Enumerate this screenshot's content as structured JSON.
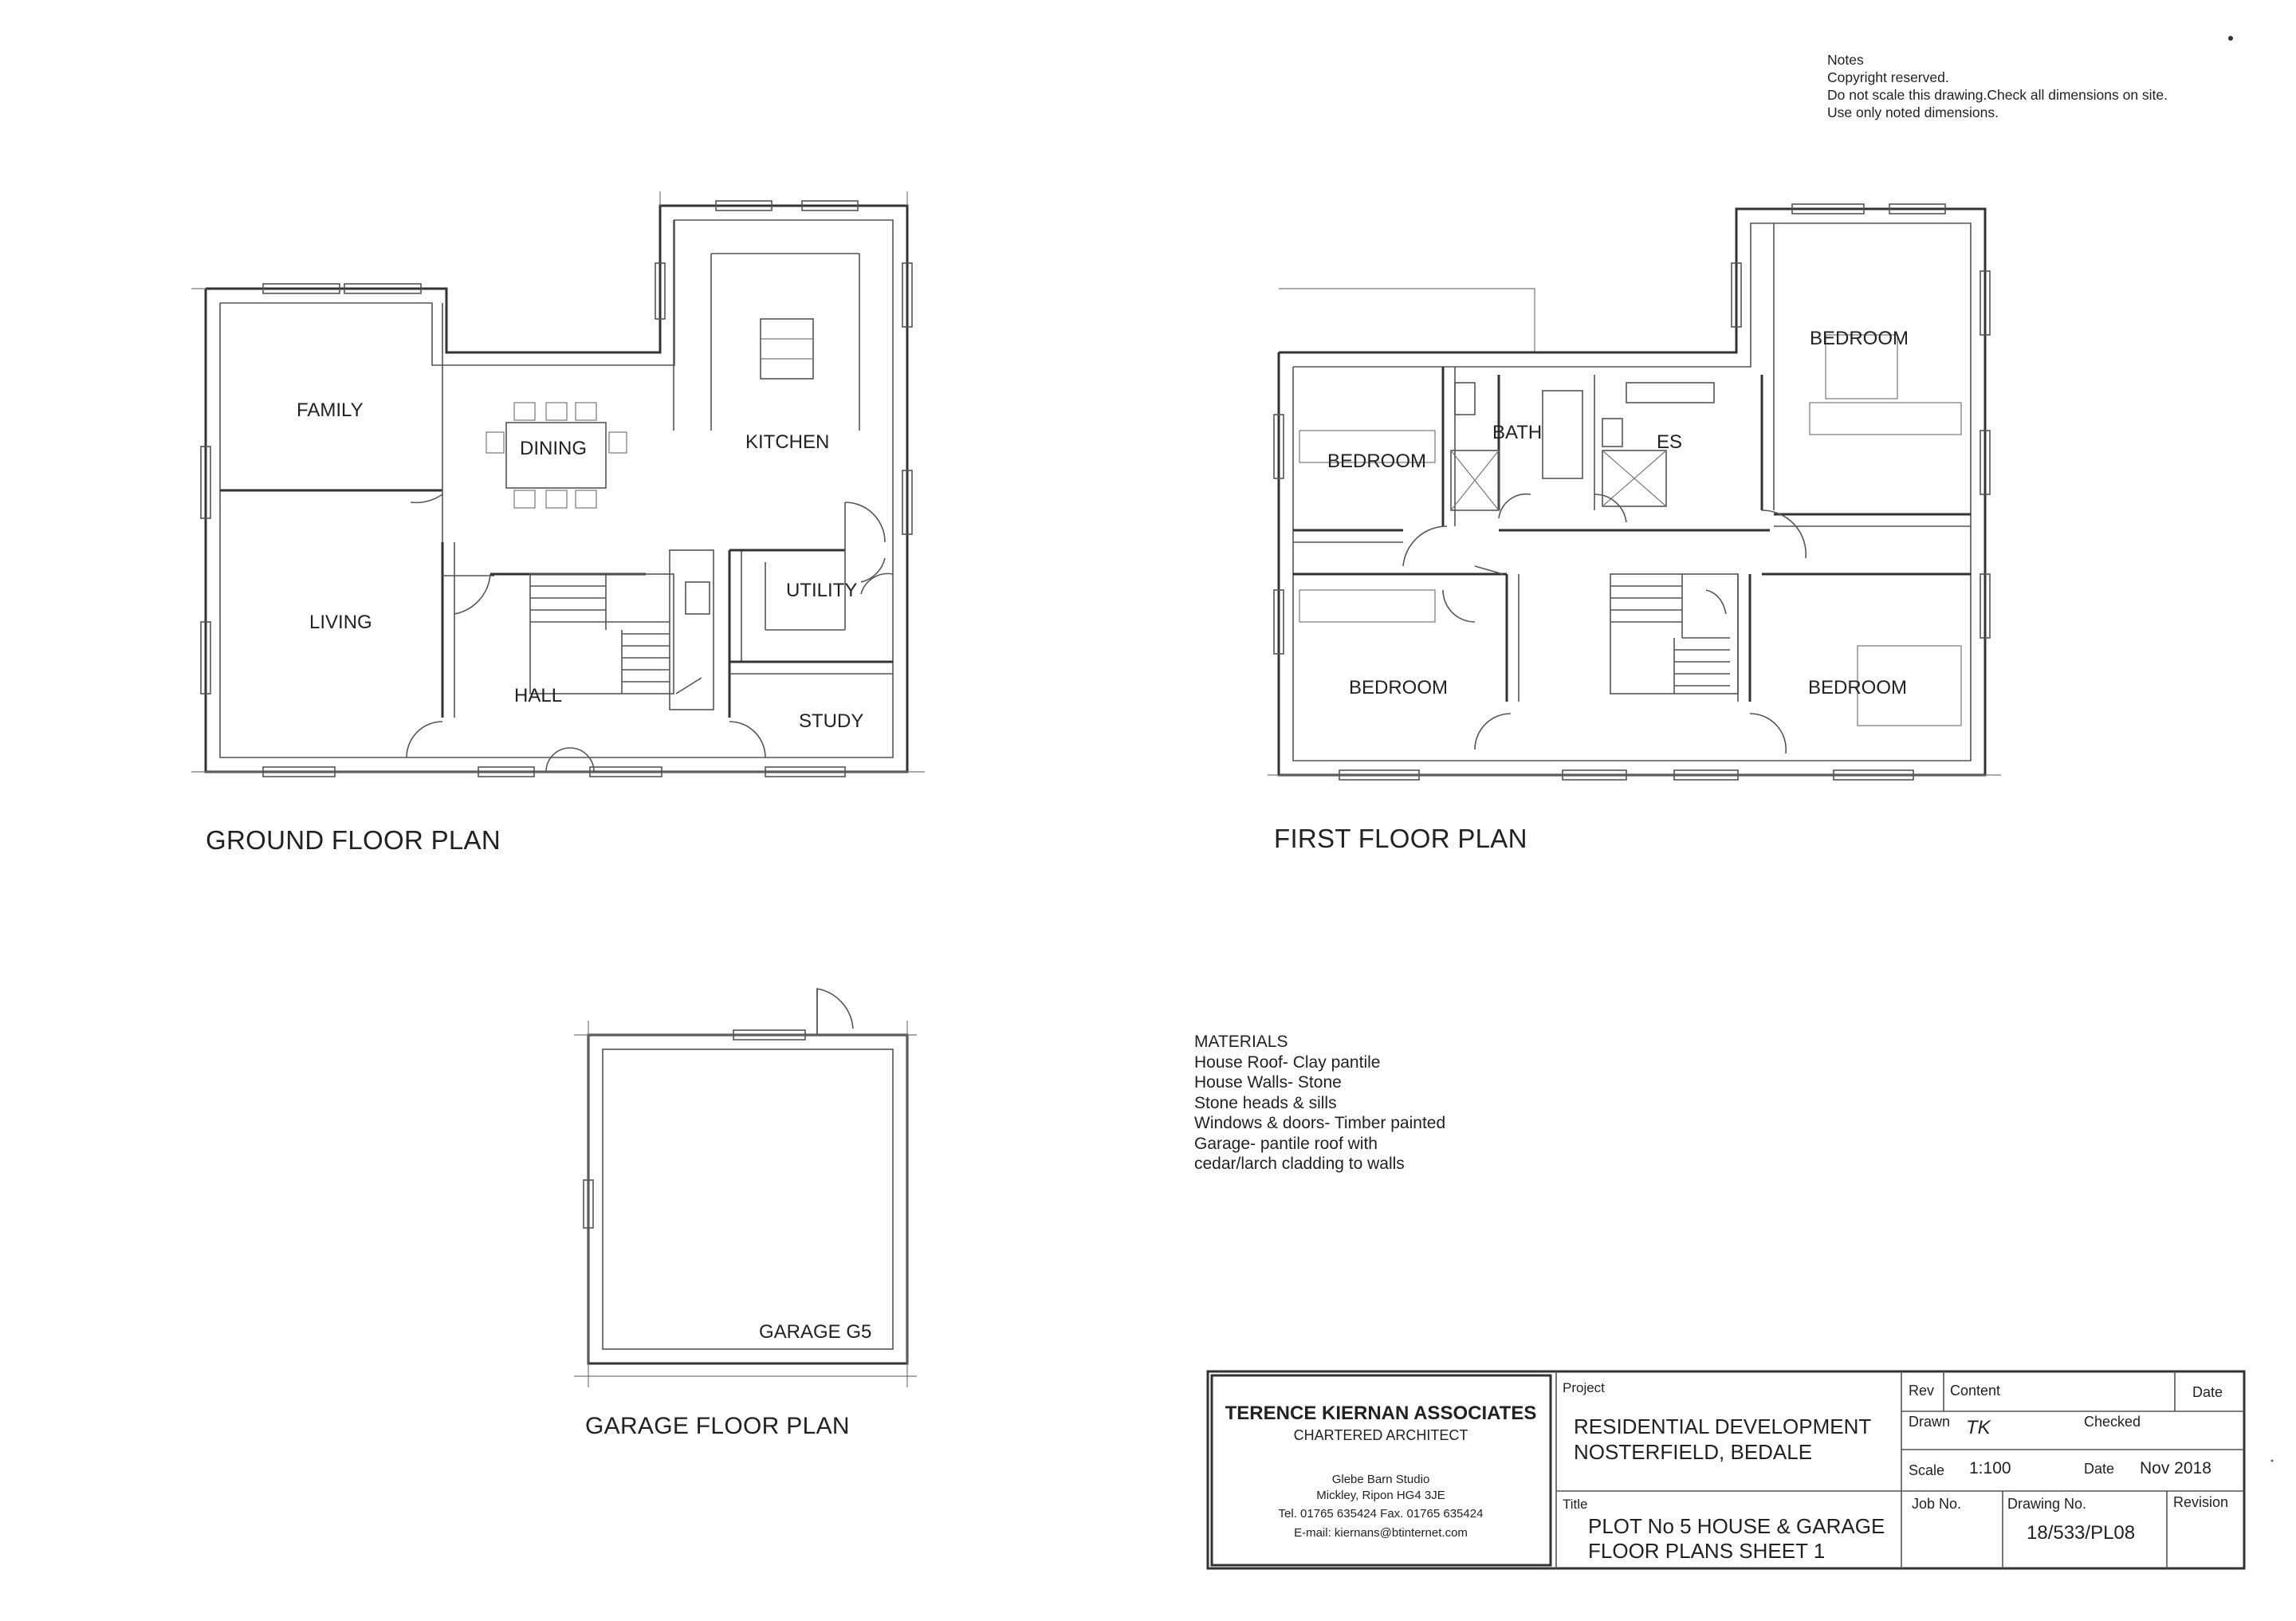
{
  "notes": {
    "heading": "Notes",
    "lines": [
      "Copyright reserved.",
      "Do not scale this drawing.Check all dimensions on site.",
      "Use only noted dimensions."
    ]
  },
  "plans": {
    "ground": {
      "title": "GROUND FLOOR PLAN",
      "rooms": {
        "family": "FAMILY",
        "dining": "DINING",
        "kitchen": "KITCHEN",
        "living": "LIVING",
        "utility": "UTILITY",
        "hall": "HALL",
        "study": "STUDY"
      }
    },
    "first": {
      "title": "FIRST FLOOR PLAN",
      "rooms": {
        "bedroom_ne": "BEDROOM",
        "bath": "BATH",
        "es": "ES",
        "bedroom_nw": "BEDROOM",
        "bedroom_sw": "BEDROOM",
        "bedroom_se": "BEDROOM"
      }
    },
    "garage": {
      "title": "GARAGE FLOOR PLAN",
      "rooms": {
        "garage": "GARAGE G5"
      }
    }
  },
  "materials": {
    "heading": "MATERIALS",
    "lines": [
      "House Roof- Clay pantile",
      "House Walls- Stone",
      "Stone heads & sills",
      "Windows & doors- Timber painted",
      "Garage- pantile roof with",
      "cedar/larch cladding to walls"
    ]
  },
  "title_block": {
    "firm": "TERENCE KIERNAN ASSOCIATES",
    "role": "CHARTERED ARCHITECT",
    "address1": "Glebe Barn Studio",
    "address2": "Mickley, Ripon HG4 3JE",
    "phone": "Tel. 01765 635424   Fax. 01765 635424",
    "email": "E-mail: kiernans@btinternet.com",
    "project_label": "Project",
    "project_line1": "RESIDENTIAL DEVELOPMENT",
    "project_line2": "NOSTERFIELD, BEDALE",
    "title_label": "Title",
    "title_line1": "PLOT No 5 HOUSE & GARAGE",
    "title_line2": "FLOOR PLANS  SHEET 1",
    "rev_label": "Rev",
    "content_label": "Content",
    "date_label": "Date",
    "drawn_label": "Drawn",
    "drawn_value": "TK",
    "checked_label": "Checked",
    "scale_label": "Scale",
    "scale_value": "1:100",
    "date_label2": "Date",
    "date_value": "Nov 2018",
    "job_label": "Job No.",
    "drawing_label": "Drawing No.",
    "drawing_value": "18/533/PL08",
    "revision_label": "Revision"
  }
}
